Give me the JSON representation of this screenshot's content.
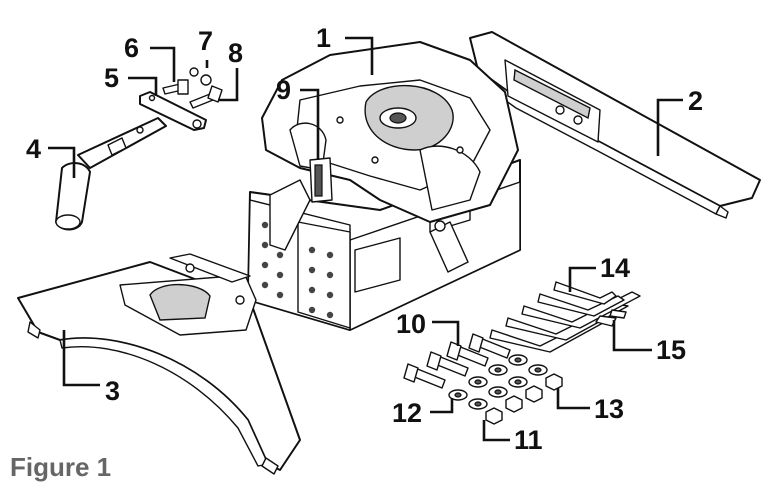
{
  "figure": {
    "caption": "Figure 1",
    "callouts": [
      {
        "id": "c1",
        "label": "1"
      },
      {
        "id": "c2",
        "label": "2"
      },
      {
        "id": "c3",
        "label": "3"
      },
      {
        "id": "c4",
        "label": "4"
      },
      {
        "id": "c5",
        "label": "5"
      },
      {
        "id": "c6",
        "label": "6"
      },
      {
        "id": "c7",
        "label": "7"
      },
      {
        "id": "c8",
        "label": "8"
      },
      {
        "id": "c9",
        "label": "9"
      },
      {
        "id": "c10",
        "label": "10"
      },
      {
        "id": "c11",
        "label": "11"
      },
      {
        "id": "c12",
        "label": "12"
      },
      {
        "id": "c13",
        "label": "13"
      },
      {
        "id": "c14",
        "label": "14"
      },
      {
        "id": "c15",
        "label": "15"
      }
    ]
  }
}
